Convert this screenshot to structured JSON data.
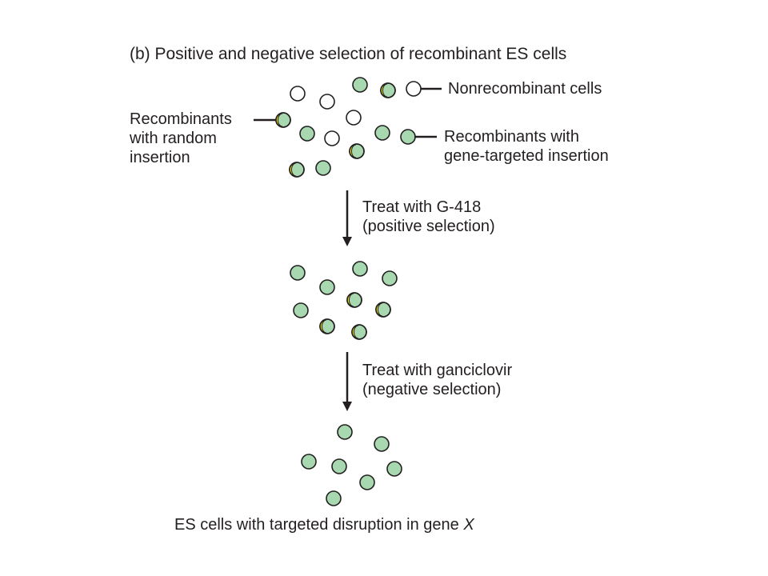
{
  "title": "(b)  Positive and negative selection of recombinant ES cells",
  "labels": {
    "nonrecombinant": "Nonrecombinant cells",
    "random_line1": "Recombinants",
    "random_line2": "with random",
    "random_line3": "insertion",
    "targeted_line1": "Recombinants with",
    "targeted_line2": "gene-targeted insertion",
    "step1_line1": "Treat with G-418",
    "step1_line2": "(positive selection)",
    "step2_line1": "Treat with ganciclovir",
    "step2_line2": "(negative selection)",
    "result_prefix": "ES cells with targeted disruption in gene ",
    "result_gene": "X"
  },
  "colors": {
    "targeted_cell_fill": "#a8d8b0",
    "random_insertion_marker": "#f2e300",
    "nonrecombinant_fill": "#ffffff",
    "text": "#231f20"
  }
}
